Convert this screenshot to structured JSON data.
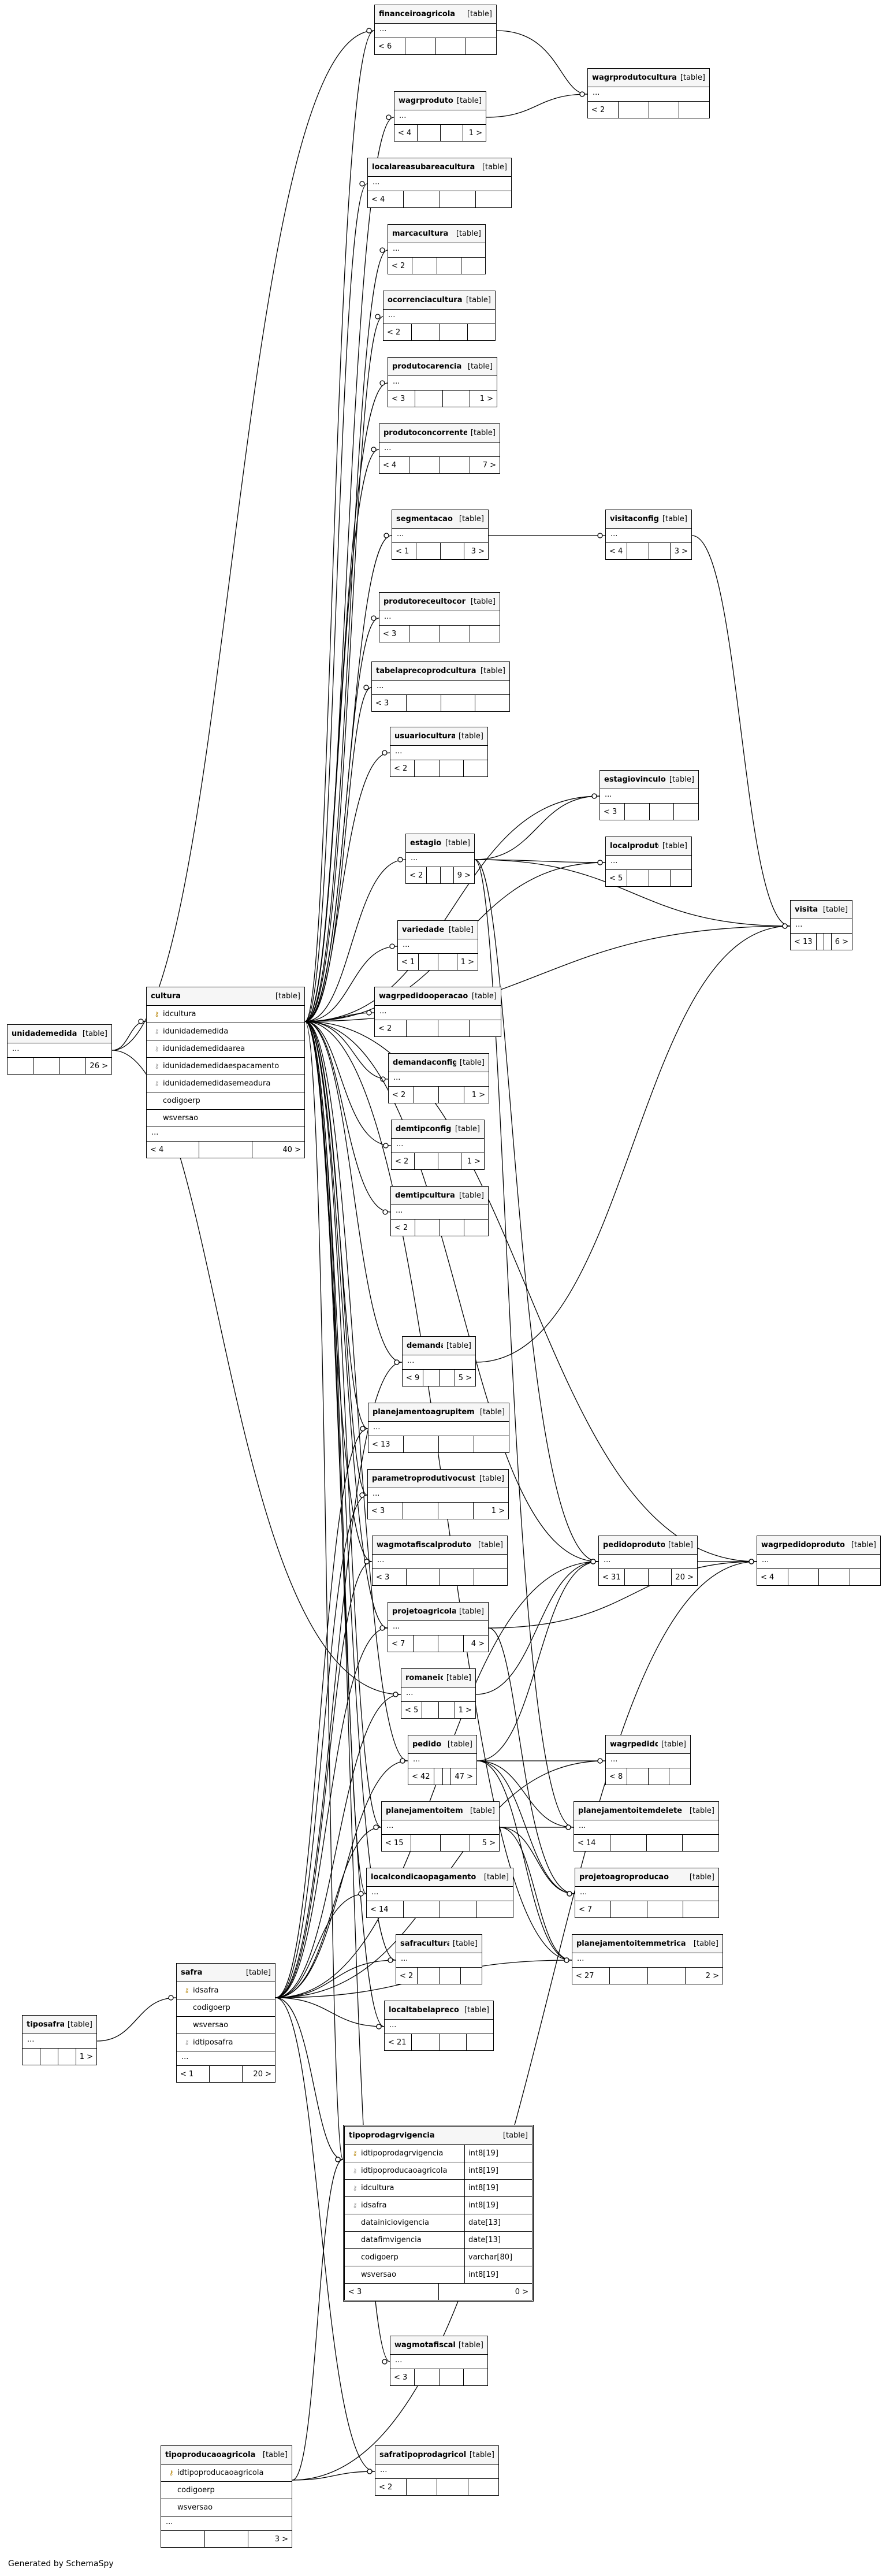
{
  "diagram": {
    "table_type_label": "[table]",
    "generated_by": "Generated by SchemaSpy",
    "tables": [
      {
        "id": "financeiroagricola",
        "name": "financeiroagricola",
        "left": "< 6",
        "right": ""
      },
      {
        "id": "wagrprodutocultura",
        "name": "wagrprodutocultura",
        "left": "< 2",
        "right": ""
      },
      {
        "id": "wagrproduto",
        "name": "wagrproduto",
        "left": "< 4",
        "right": "1 >"
      },
      {
        "id": "localareasubareacultura",
        "name": "localareasubareacultura",
        "left": "< 4",
        "right": ""
      },
      {
        "id": "marcacultura",
        "name": "marcacultura",
        "left": "< 2",
        "right": ""
      },
      {
        "id": "ocorrenciacultura",
        "name": "ocorrenciacultura",
        "left": "< 2",
        "right": ""
      },
      {
        "id": "produtocarencia",
        "name": "produtocarencia",
        "left": "< 3",
        "right": "1 >"
      },
      {
        "id": "produtoconcorrente",
        "name": "produtoconcorrente",
        "left": "< 4",
        "right": "7 >"
      },
      {
        "id": "segmentacao",
        "name": "segmentacao",
        "left": "< 1",
        "right": "3 >"
      },
      {
        "id": "visitaconfig",
        "name": "visitaconfig",
        "left": "< 4",
        "right": "3 >"
      },
      {
        "id": "produtoreceultocor",
        "name": "produtoreceultocor",
        "left": "< 3",
        "right": ""
      },
      {
        "id": "tabelaprecoprodcultura",
        "name": "tabelaprecoprodcultura",
        "left": "< 3",
        "right": ""
      },
      {
        "id": "usuariocultura",
        "name": "usuariocultura",
        "left": "< 2",
        "right": ""
      },
      {
        "id": "estagiovinculo",
        "name": "estagiovinculo",
        "left": "< 3",
        "right": ""
      },
      {
        "id": "estagio",
        "name": "estagio",
        "left": "< 2",
        "right": "9 >"
      },
      {
        "id": "localproduto",
        "name": "localproduto",
        "left": "< 5",
        "right": ""
      },
      {
        "id": "visita",
        "name": "visita",
        "left": "< 13",
        "right": "6 >"
      },
      {
        "id": "variedade",
        "name": "variedade",
        "left": "< 1",
        "right": "1 >"
      },
      {
        "id": "wagrpedidooperacao",
        "name": "wagrpedidooperacao",
        "left": "< 2",
        "right": ""
      },
      {
        "id": "demandaconfig",
        "name": "demandaconfig",
        "left": "< 2",
        "right": "1 >"
      },
      {
        "id": "demtipconfig",
        "name": "demtipconfig",
        "left": "< 2",
        "right": "1 >"
      },
      {
        "id": "demtipcultura",
        "name": "demtipcultura",
        "left": "< 2",
        "right": ""
      },
      {
        "id": "demanda",
        "name": "demanda",
        "left": "< 9",
        "right": "5 >"
      },
      {
        "id": "planejamentoagrupitem",
        "name": "planejamentoagrupitem",
        "left": "< 13",
        "right": ""
      },
      {
        "id": "parametroprodutivocusto",
        "name": "parametroprodutivocusto",
        "left": "< 3",
        "right": "1 >"
      },
      {
        "id": "wagmotafiscalproduto",
        "name": "wagmotafiscalproduto",
        "left": "< 3",
        "right": ""
      },
      {
        "id": "pedidoproduto",
        "name": "pedidoproduto",
        "left": "< 31",
        "right": "20 >"
      },
      {
        "id": "wagrpedidoproduto",
        "name": "wagrpedidoproduto",
        "left": "< 4",
        "right": ""
      },
      {
        "id": "projetoagricola",
        "name": "projetoagricola",
        "left": "< 7",
        "right": "4 >"
      },
      {
        "id": "romaneio",
        "name": "romaneio",
        "left": "< 5",
        "right": "1 >"
      },
      {
        "id": "pedido",
        "name": "pedido",
        "left": "< 42",
        "right": "47 >"
      },
      {
        "id": "wagrpedido",
        "name": "wagrpedido",
        "left": "< 8",
        "right": ""
      },
      {
        "id": "planejamentoitem",
        "name": "planejamentoitem",
        "left": "< 15",
        "right": "5 >"
      },
      {
        "id": "planejamentoitemdelete",
        "name": "planejamentoitemdelete",
        "left": "< 14",
        "right": ""
      },
      {
        "id": "localcondicaopagamento",
        "name": "localcondicaopagamento",
        "left": "< 14",
        "right": ""
      },
      {
        "id": "projetoagroproducao",
        "name": "projetoagroproducao",
        "left": "< 7",
        "right": ""
      },
      {
        "id": "safracultura",
        "name": "safracultura",
        "left": "< 2",
        "right": ""
      },
      {
        "id": "planejamentoitemmetrica",
        "name": "planejamentoitemmetrica",
        "left": "< 27",
        "right": "2 >"
      },
      {
        "id": "localtabelapreco",
        "name": "localtabelapreco",
        "left": "< 21",
        "right": ""
      },
      {
        "id": "unidademedida",
        "name": "unidademedida",
        "left": "",
        "right": "26 >"
      },
      {
        "id": "tiposafra",
        "name": "tiposafra",
        "left": "",
        "right": "1 >"
      },
      {
        "id": "wagmotafiscal",
        "name": "wagmotafiscal",
        "left": "< 3",
        "right": ""
      },
      {
        "id": "safratipoprodagricola",
        "name": "safratipoprodagricola",
        "left": "< 2",
        "right": ""
      }
    ],
    "cultura": {
      "name": "cultura",
      "columns": [
        {
          "name": "idcultura",
          "key": "pk"
        },
        {
          "name": "idunidademedida",
          "key": "fk"
        },
        {
          "name": "idunidademedidaarea",
          "key": "fk"
        },
        {
          "name": "idunidademedidaespacamento",
          "key": "fk"
        },
        {
          "name": "idunidademedidasemeadura",
          "key": "fk"
        },
        {
          "name": "codigoerp",
          "key": ""
        },
        {
          "name": "wsversao",
          "key": ""
        }
      ],
      "left": "< 4",
      "right": "40 >"
    },
    "safra": {
      "name": "safra",
      "columns": [
        {
          "name": "idsafra",
          "key": "pk"
        },
        {
          "name": "codigoerp",
          "key": ""
        },
        {
          "name": "wsversao",
          "key": ""
        },
        {
          "name": "idtiposafra",
          "key": "fk"
        }
      ],
      "left": "< 1",
      "right": "20 >"
    },
    "tipoprodagricola": {
      "name": "tipoproducaoagricola",
      "columns": [
        {
          "name": "idtipoproducaoagricola",
          "key": "pk"
        },
        {
          "name": "codigoerp",
          "key": ""
        },
        {
          "name": "wsversao",
          "key": ""
        }
      ],
      "left": "",
      "right": "3 >"
    },
    "vigencia": {
      "name": "tipoprodagrvigencia",
      "columns": [
        {
          "name": "idtipoprodagrvigencia",
          "type": "int8[19]",
          "key": "pk"
        },
        {
          "name": "idtipoproducaoagricola",
          "type": "int8[19]",
          "key": "fk"
        },
        {
          "name": "idcultura",
          "type": "int8[19]",
          "key": "fk"
        },
        {
          "name": "idsafra",
          "type": "int8[19]",
          "key": "fk"
        },
        {
          "name": "datainiciovigencia",
          "type": "date[13]",
          "key": ""
        },
        {
          "name": "datafimvigencia",
          "type": "date[13]",
          "key": ""
        },
        {
          "name": "codigoerp",
          "type": "varchar[80]",
          "key": ""
        },
        {
          "name": "wsversao",
          "type": "int8[19]",
          "key": ""
        }
      ],
      "left": "< 3",
      "right": "0 >"
    },
    "icons": {
      "pk": "key-icon",
      "fk": "foreign-key-icon",
      "ellipsis": "..."
    },
    "colors": {
      "line": "#000000",
      "header": "#f6f6f6",
      "pk_key": "#b8860b"
    }
  }
}
